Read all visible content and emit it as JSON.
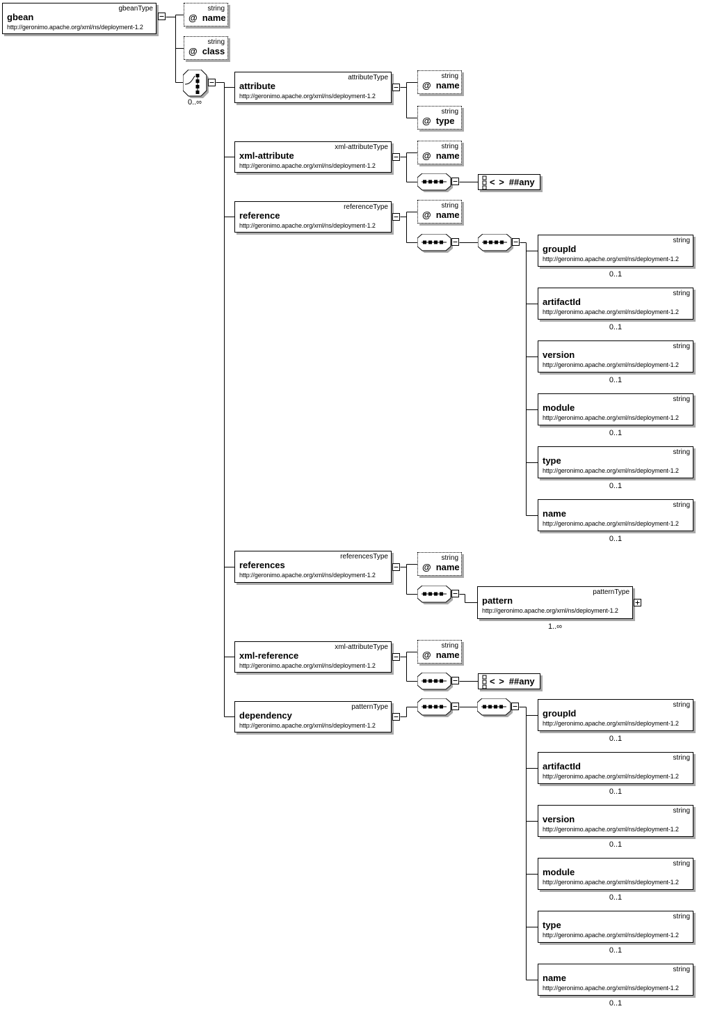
{
  "common": {
    "ns": "http://geronimo.apache.org/xml/ns/deployment-1.2",
    "string": "string",
    "at": "@"
  },
  "elements": {
    "gbean": {
      "name": "gbean",
      "type": "gbeanType"
    },
    "attribute": {
      "name": "attribute",
      "type": "attributeType"
    },
    "xml_attribute": {
      "name": "xml-attribute",
      "type": "xml-attributeType"
    },
    "reference": {
      "name": "reference",
      "type": "referenceType"
    },
    "references": {
      "name": "references",
      "type": "referencesType"
    },
    "xml_reference": {
      "name": "xml-reference",
      "type": "xml-attributeType"
    },
    "dependency": {
      "name": "dependency",
      "type": "patternType"
    },
    "pattern": {
      "name": "pattern",
      "type": "patternType"
    }
  },
  "attributes": {
    "name": "name",
    "class": "class",
    "type": "type"
  },
  "artifact_fields": [
    "groupId",
    "artifactId",
    "version",
    "module",
    "type",
    "name"
  ],
  "wildcard": {
    "glyph": "< >",
    "label": "##any"
  },
  "cardinality": {
    "optional": "0..1",
    "zero_to_inf": "0..∞",
    "one_to_inf": "1..∞"
  }
}
